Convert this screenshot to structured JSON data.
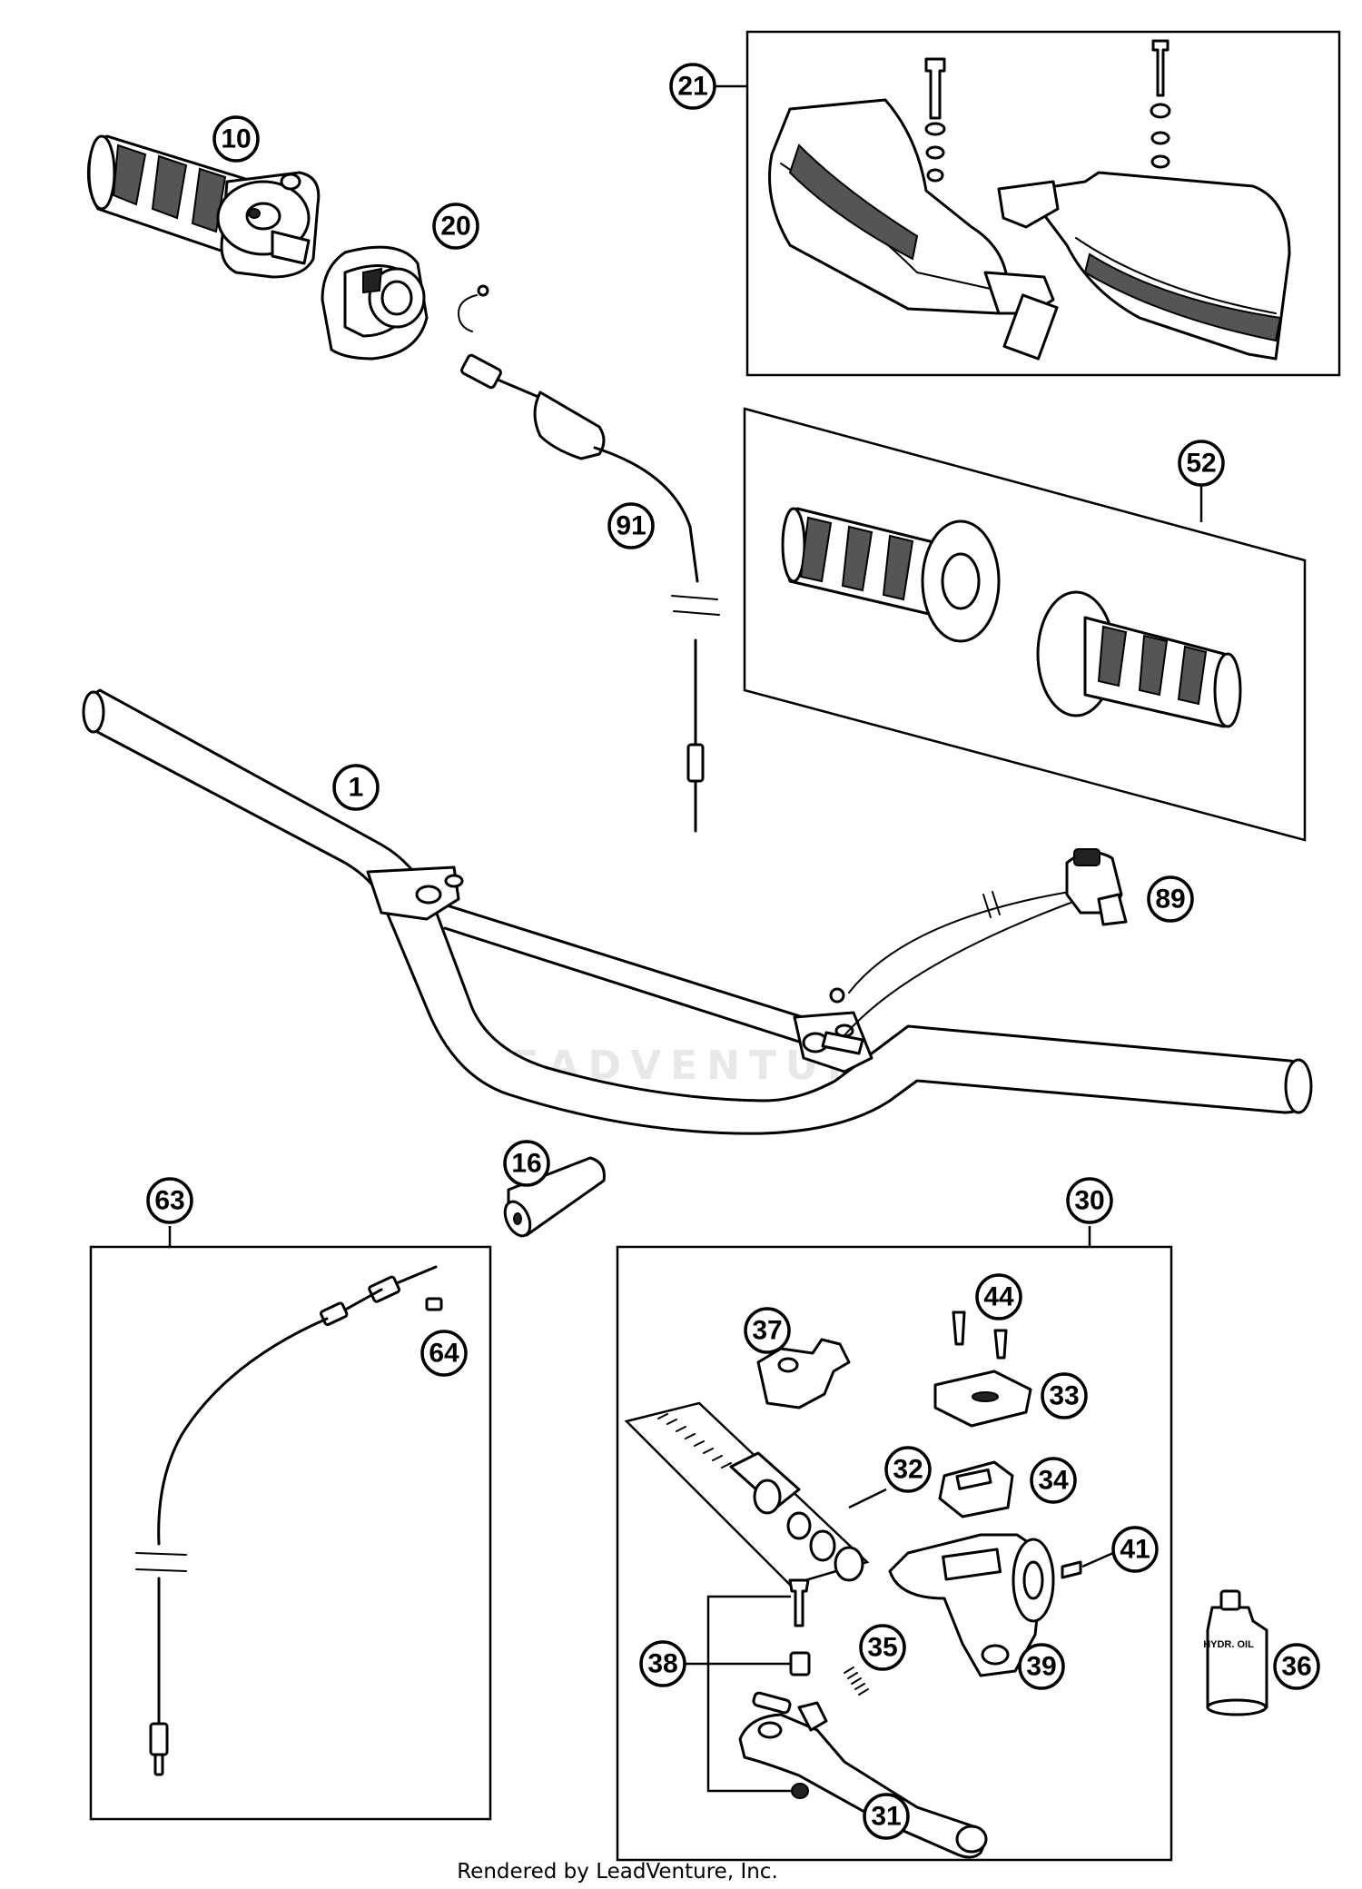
{
  "callouts": {
    "c1": "1",
    "c10": "10",
    "c16": "16",
    "c20": "20",
    "c21": "21",
    "c30": "30",
    "c31": "31",
    "c32": "32",
    "c33": "33",
    "c34": "34",
    "c35": "35",
    "c36": "36",
    "c37": "37",
    "c38": "38",
    "c39": "39",
    "c41": "41",
    "c44": "44",
    "c52": "52",
    "c63": "63",
    "c64": "64",
    "c89": "89",
    "c91": "91"
  },
  "oil_bottle_label": "HYDR. OIL",
  "watermark": "LEADVENTURE",
  "footer": "Rendered by LeadVenture, Inc."
}
